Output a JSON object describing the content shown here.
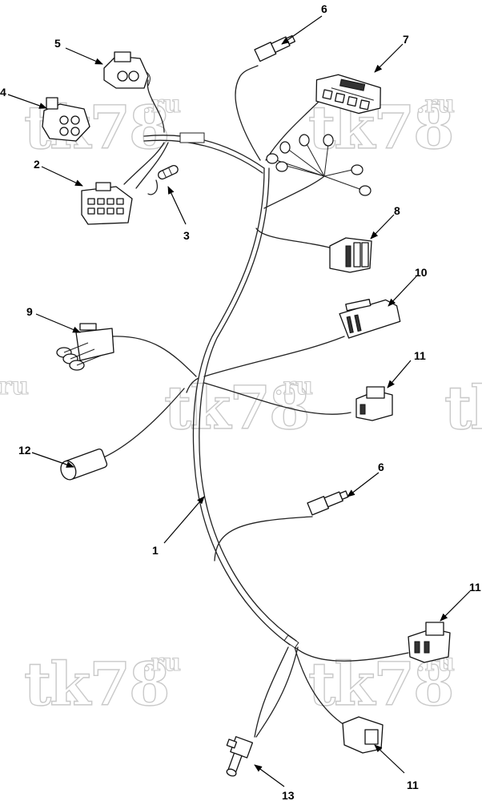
{
  "diagram": {
    "callouts": {
      "c1": "1",
      "c2": "2",
      "c3": "3",
      "c4": "4",
      "c5": "5",
      "c6a": "6",
      "c6b": "6",
      "c7": "7",
      "c8": "8",
      "c9": "9",
      "c10": "10",
      "c11a": "11",
      "c11b": "11",
      "c11c": "11",
      "c12": "12",
      "c13": "13"
    },
    "watermark": {
      "main": "tk78",
      "suffix": ".ru"
    }
  }
}
